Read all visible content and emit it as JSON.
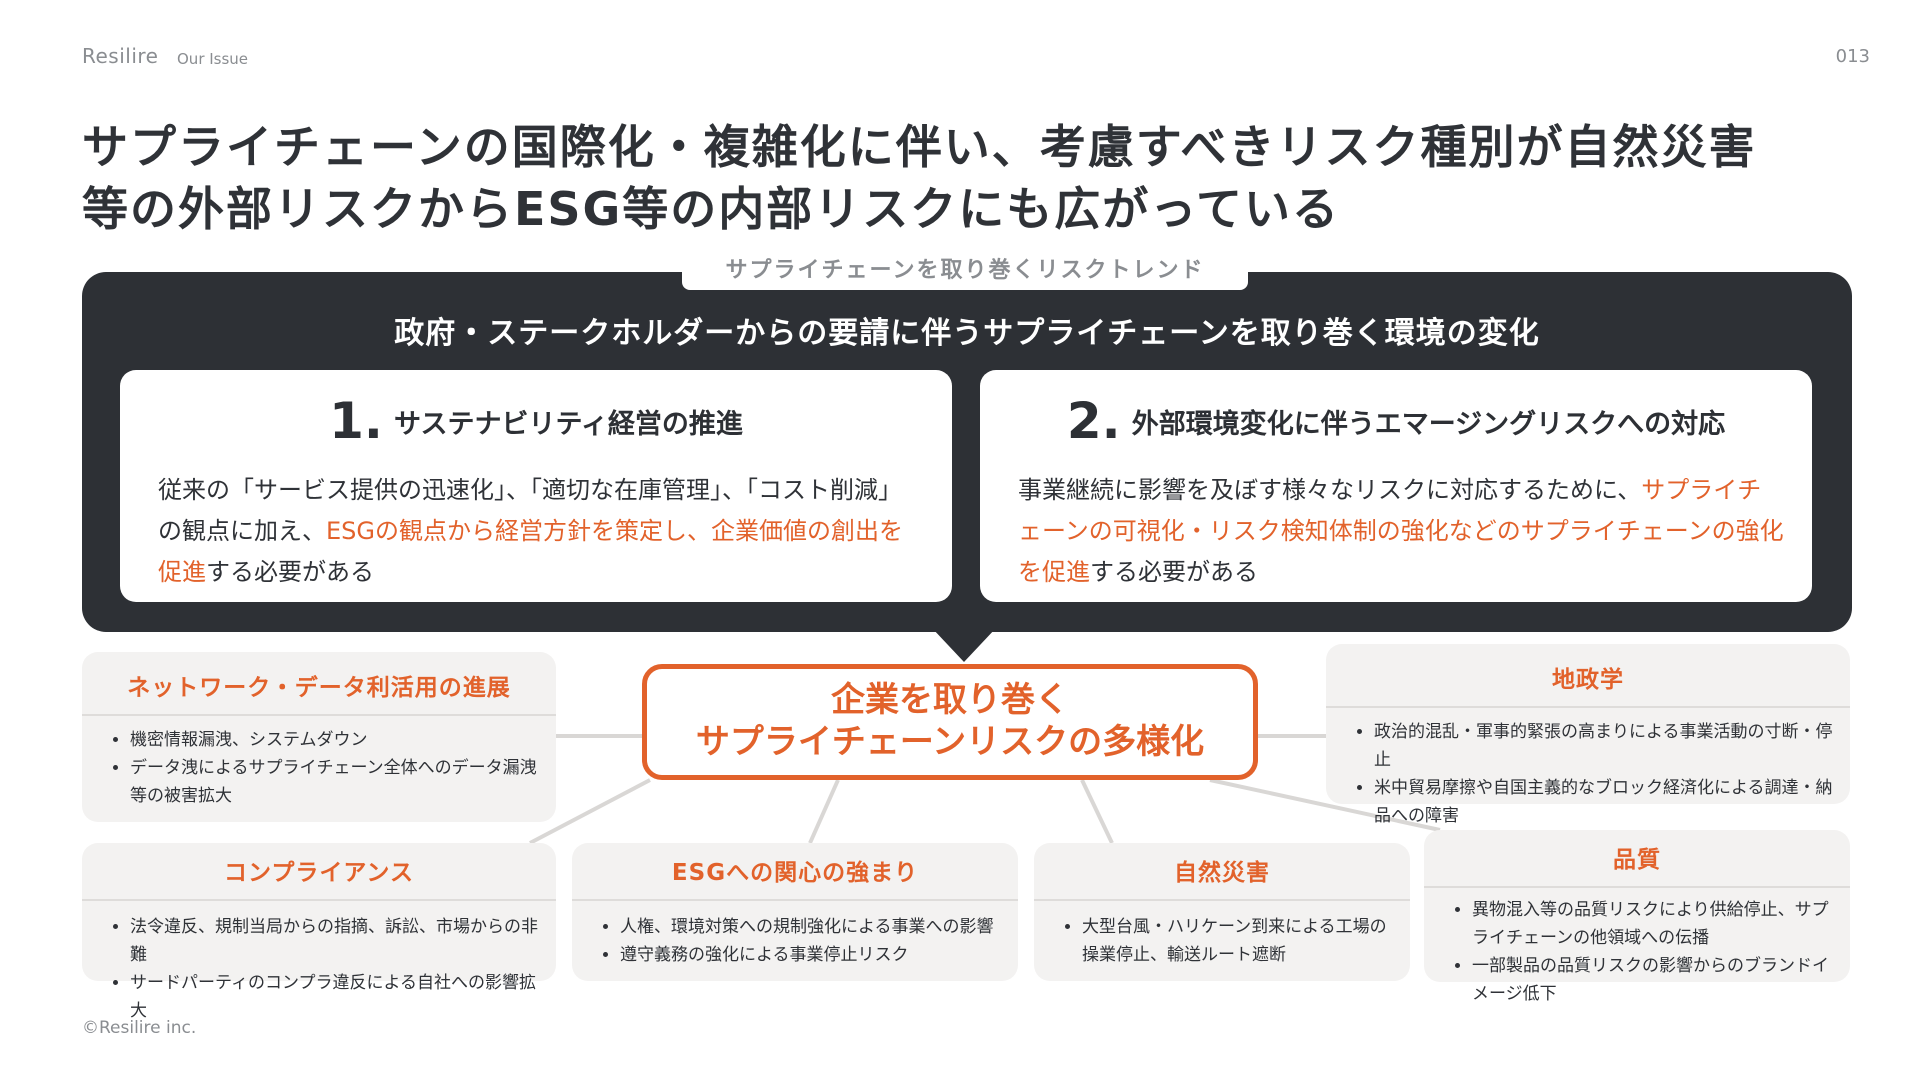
{
  "header": {
    "brand": "Resilire",
    "section": "Our Issue",
    "page_number": "013"
  },
  "headline": {
    "line1": "サプライチェーンの国際化・複雑化に伴い、考慮すべきリスク種別が自然災害",
    "line2": "等の外部リスクからESG等の内部リスクにも広がっている"
  },
  "trend_tag": "サプライチェーンを取り巻くリスクトレンド",
  "trend_heading": "政府・ステークホルダーからの要請に伴うサプライチェーンを取り巻く環境の変化",
  "cards": [
    {
      "number": "1.",
      "title": "サステナビリティ経営の推進",
      "text_before": "従来の「サービス提供の迅速化」、「適切な在庫管理」、「コスト削減」の観点に加え、",
      "text_highlight": "ESGの観点から経営方針を策定し、企業価値の創出を促進",
      "text_after": "する必要がある"
    },
    {
      "number": "2.",
      "title": "外部環境変化に伴うエマージングリスクへの対応",
      "text_before": "事業継続に影響を及ぼす様々なリスクに対応するために、",
      "text_highlight": "サプライチェーンの可視化・リスク検知体制の強化などのサプライチェーンの強化を促進",
      "text_after": "する必要がある"
    }
  ],
  "hub": {
    "line1": "企業を取り巻く",
    "line2": "サプライチェーンリスクの多様化"
  },
  "risk_boxes": {
    "network": {
      "title": "ネットワーク・データ利活用の進展",
      "items": [
        "機密情報漏洩、システムダウン",
        "データ洩によるサプライチェーン全体へのデータ漏洩等の被害拡大"
      ]
    },
    "geopolitics": {
      "title": "地政学",
      "items": [
        "政治的混乱・軍事的緊張の高まりによる事業活動の寸断・停止",
        "米中貿易摩擦や自国主義的なブロック経済化による調達・納品への障害"
      ]
    },
    "compliance": {
      "title": "コンプライアンス",
      "items": [
        "法令違反、規制当局からの指摘、訴訟、市場からの非難",
        "サードパーティのコンプラ違反による自社への影響拡大"
      ]
    },
    "esg": {
      "title": "ESGへの関心の強まり",
      "items": [
        "人権、環境対策への規制強化による事業への影響",
        "遵守義務の強化による事業停止リスク"
      ]
    },
    "natural": {
      "title": "自然災害",
      "items": [
        "大型台風・ハリケーン到来による工場の操業停止、輸送ルート遮断"
      ]
    },
    "quality": {
      "title": "品質",
      "items": [
        "異物混入等の品質リスクにより供給停止、サプライチェーンの他領域への伝播",
        "一部製品の品質リスクの影響からのブランドイメージ低下"
      ]
    }
  },
  "footer": "©Resilire inc.",
  "colors": {
    "accent": "#e2622b",
    "dark_panel": "#2d3035",
    "box_bg": "#f3f2f1",
    "text": "#2f3237",
    "muted": "#8a8d91"
  }
}
